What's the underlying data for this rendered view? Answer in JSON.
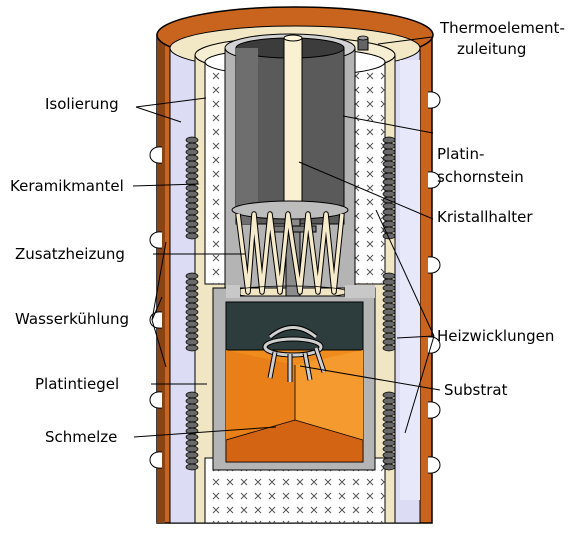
{
  "colors": {
    "outer_wall": "#c8641e",
    "outer_wall_dark": "#8a4312",
    "insulation": "#dcdcf5",
    "ceramic": "#f0e6c3",
    "chimney": "#b4b4b4",
    "chimney_inner": "#5a5a5a",
    "crystal_holder": "#faf0d2",
    "melt": "#f08c1e",
    "melt_dark": "#d26414",
    "crucible_gas": "#2d3c3c",
    "coil": "#696969"
  },
  "labels": {
    "thermo_line1": "Thermoelement-",
    "thermo_line2": "zuleitung",
    "isolierung": "Isolierung",
    "keramikmantel": "Keramikmantel",
    "platin_line1": "Platin-",
    "platin_line2": "schornstein",
    "kristallhalter": "Kristallhalter",
    "zusatzheizung": "Zusatzheizung",
    "wasserkuehlung": "Wasserkühlung",
    "heizwicklungen": "Heizwicklungen",
    "platintiegel": "Platintiegel",
    "substrat": "Substrat",
    "schmelze": "Schmelze"
  },
  "icons": [
    "cross-mark-icon",
    "coil-loop-icon"
  ]
}
